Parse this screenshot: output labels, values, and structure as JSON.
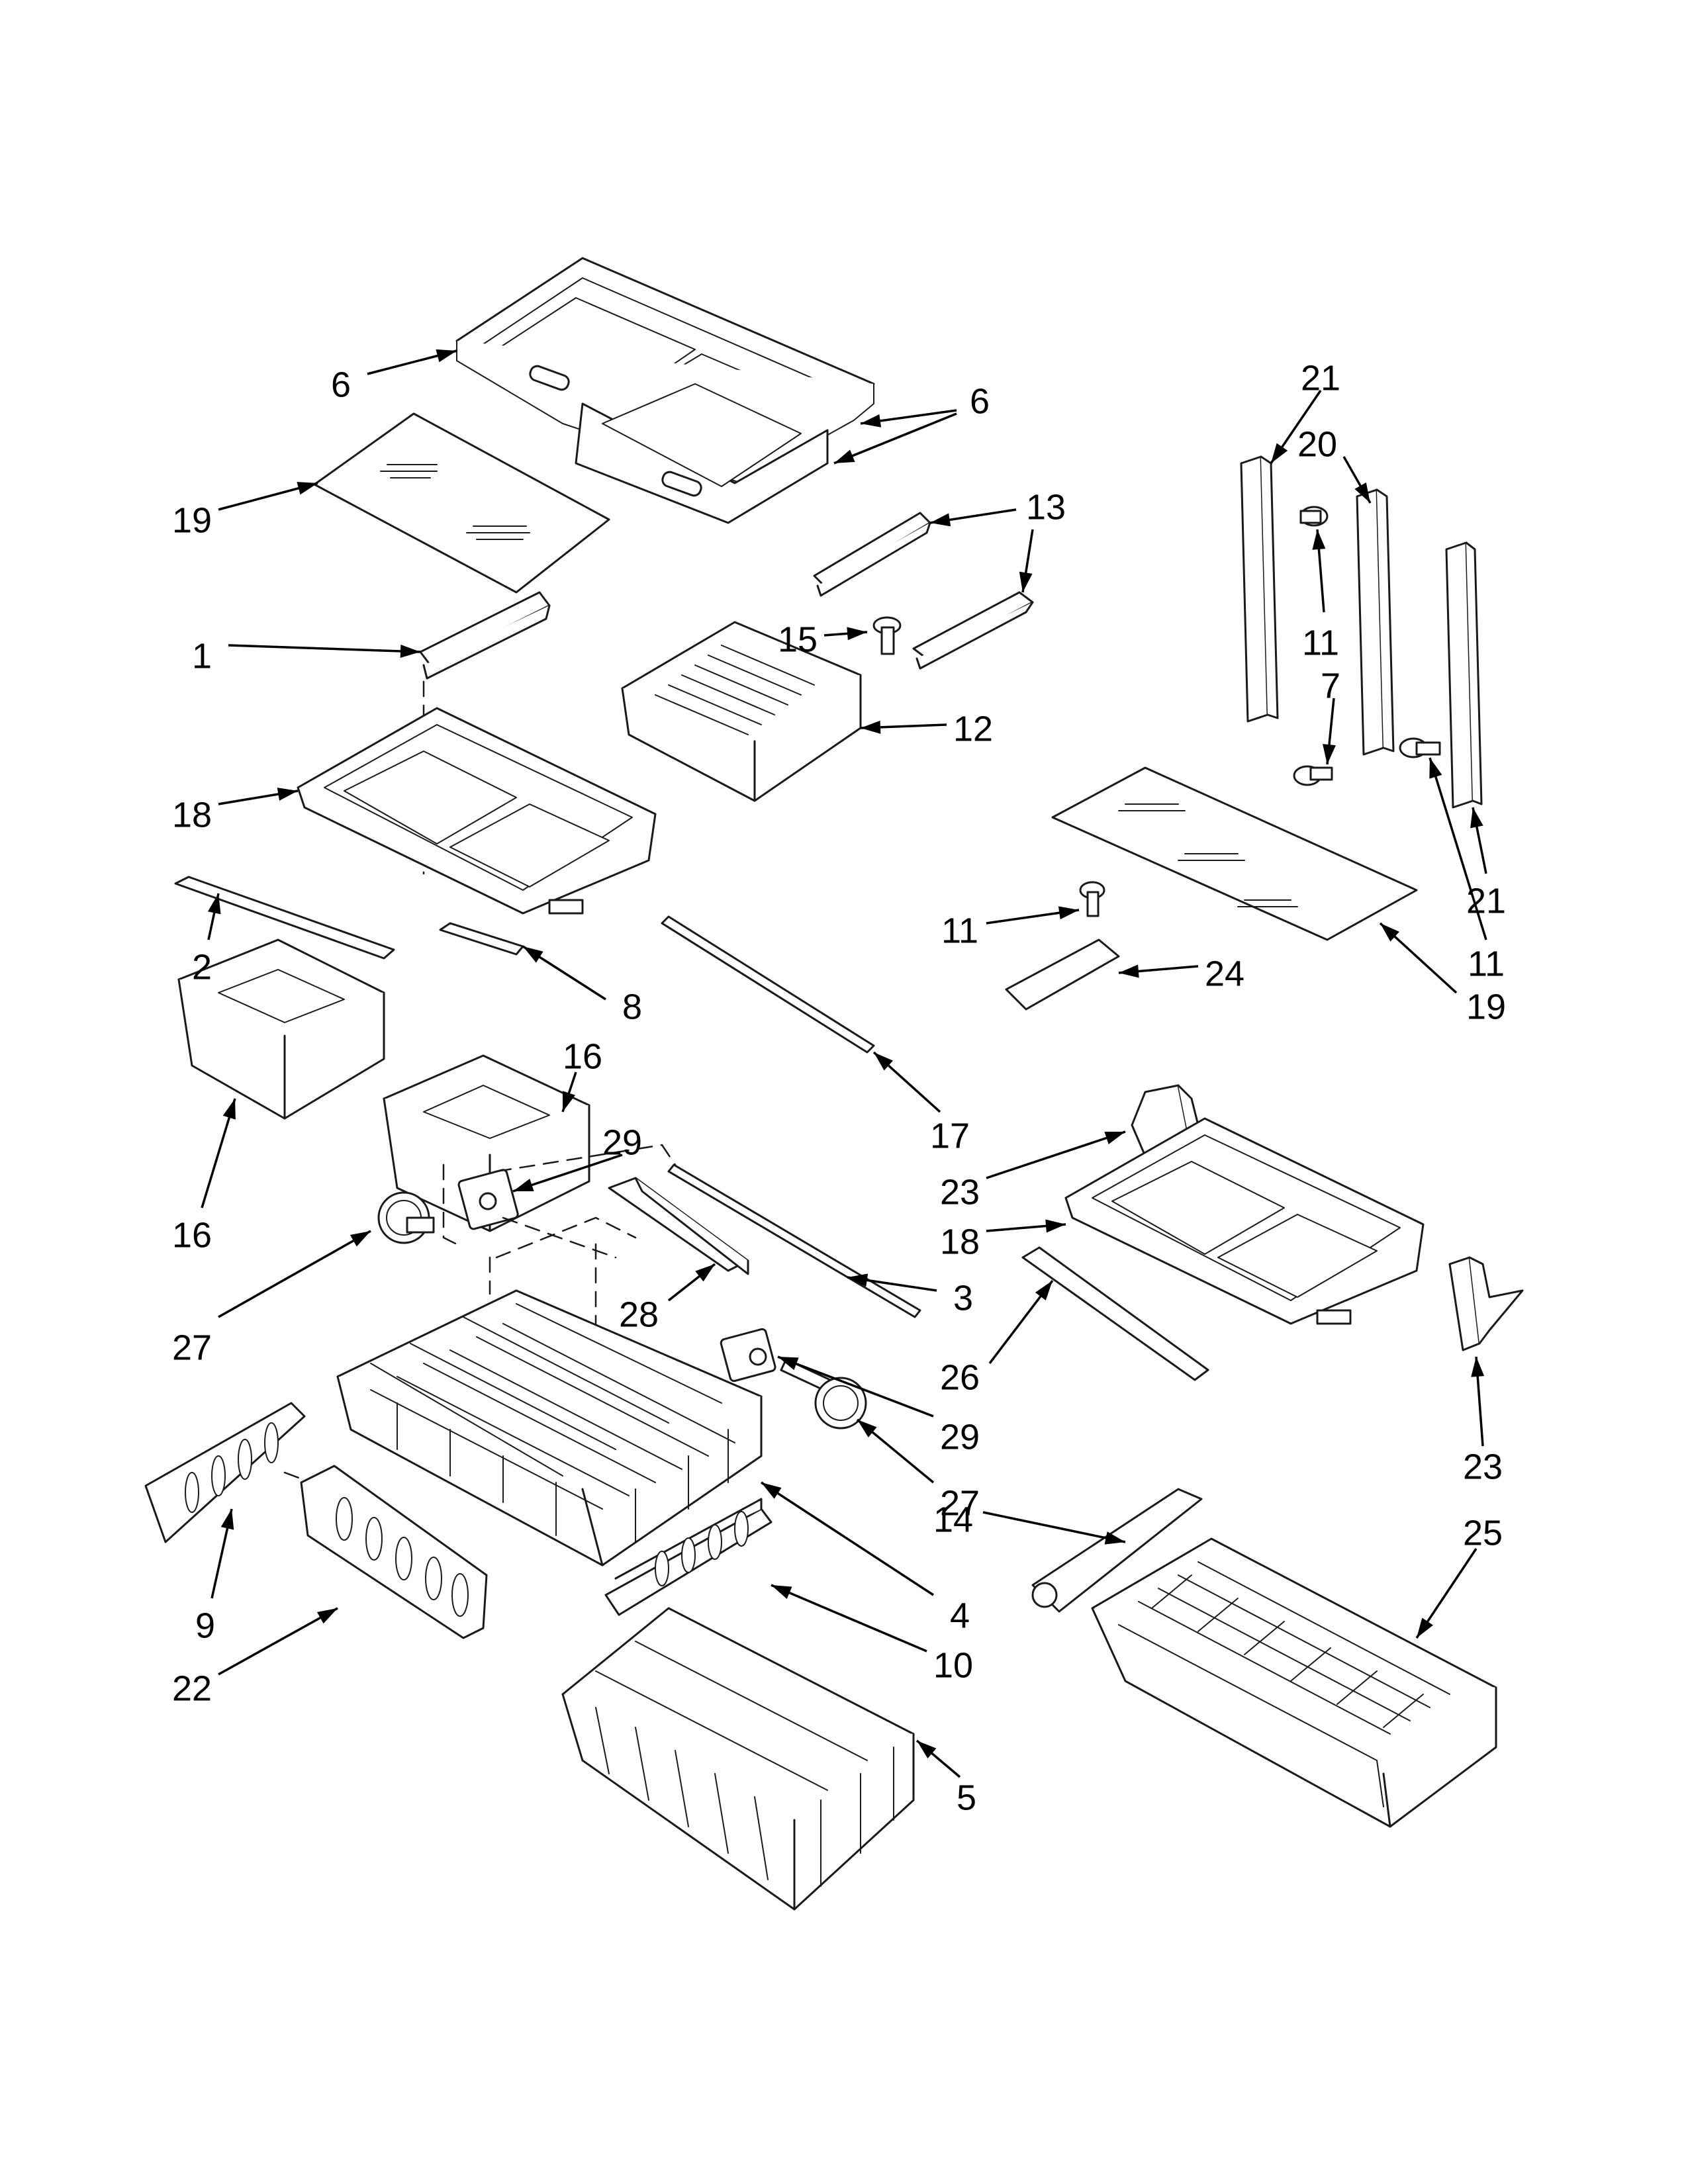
{
  "callouts": [
    {
      "id": "c6a",
      "label": "6"
    },
    {
      "id": "c6b",
      "label": "6"
    },
    {
      "id": "c19a",
      "label": "19"
    },
    {
      "id": "c13",
      "label": "13"
    },
    {
      "id": "c1",
      "label": "1"
    },
    {
      "id": "c15",
      "label": "15"
    },
    {
      "id": "c12",
      "label": "12"
    },
    {
      "id": "c18a",
      "label": "18"
    },
    {
      "id": "c2",
      "label": "2"
    },
    {
      "id": "c8",
      "label": "8"
    },
    {
      "id": "c16a",
      "label": "16"
    },
    {
      "id": "c16b",
      "label": "16"
    },
    {
      "id": "c17",
      "label": "17"
    },
    {
      "id": "c29a",
      "label": "29"
    },
    {
      "id": "c27a",
      "label": "27"
    },
    {
      "id": "c28",
      "label": "28"
    },
    {
      "id": "c3",
      "label": "3"
    },
    {
      "id": "c29b",
      "label": "29"
    },
    {
      "id": "c27b",
      "label": "27"
    },
    {
      "id": "c4",
      "label": "4"
    },
    {
      "id": "c9",
      "label": "9"
    },
    {
      "id": "c22",
      "label": "22"
    },
    {
      "id": "c10",
      "label": "10"
    },
    {
      "id": "c5",
      "label": "5"
    },
    {
      "id": "c21a",
      "label": "21"
    },
    {
      "id": "c20",
      "label": "20"
    },
    {
      "id": "c11a",
      "label": "11"
    },
    {
      "id": "c7",
      "label": "7"
    },
    {
      "id": "c21b",
      "label": "21"
    },
    {
      "id": "c11b",
      "label": "11"
    },
    {
      "id": "c11c",
      "label": "11"
    },
    {
      "id": "c24",
      "label": "24"
    },
    {
      "id": "c19b",
      "label": "19"
    },
    {
      "id": "c23a",
      "label": "23"
    },
    {
      "id": "c18b",
      "label": "18"
    },
    {
      "id": "c26",
      "label": "26"
    },
    {
      "id": "c23b",
      "label": "23"
    },
    {
      "id": "c14",
      "label": "14"
    },
    {
      "id": "c25",
      "label": "25"
    }
  ]
}
